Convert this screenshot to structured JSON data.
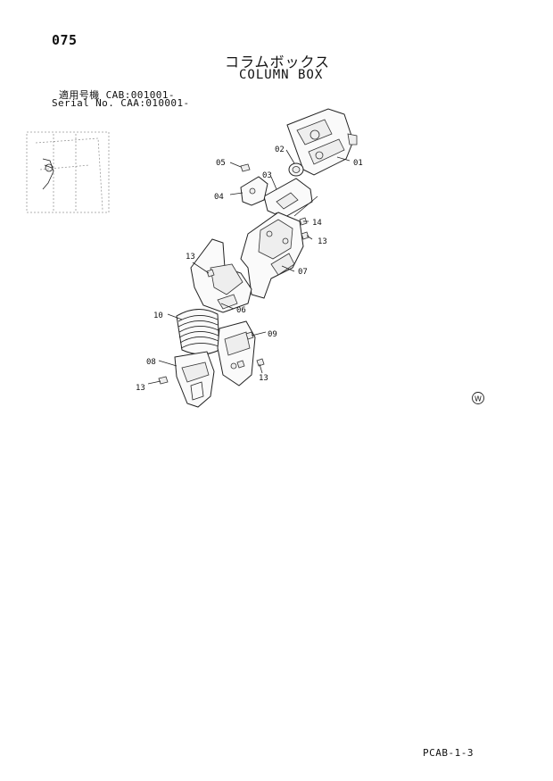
{
  "page": {
    "number": "075",
    "title_jp": "コラムボックス",
    "title_en": "COLUMN BOX",
    "serial_lines": [
      "適用号機 CAB:001001-",
      "Serial No. CAA:010001-"
    ],
    "footer_code": "PCAB-1-3",
    "mark_symbol": "W"
  },
  "callouts": [
    {
      "id": "01",
      "label": "01"
    },
    {
      "id": "02",
      "label": "02"
    },
    {
      "id": "03",
      "label": "03"
    },
    {
      "id": "04",
      "label": "04"
    },
    {
      "id": "05",
      "label": "05"
    },
    {
      "id": "06",
      "label": "06"
    },
    {
      "id": "07",
      "label": "07"
    },
    {
      "id": "08",
      "label": "08"
    },
    {
      "id": "09",
      "label": "09"
    },
    {
      "id": "10",
      "label": "10"
    },
    {
      "id": "13a",
      "label": "13"
    },
    {
      "id": "13b",
      "label": "13"
    },
    {
      "id": "13c",
      "label": "13"
    },
    {
      "id": "13d",
      "label": "13"
    },
    {
      "id": "14",
      "label": "14"
    }
  ]
}
